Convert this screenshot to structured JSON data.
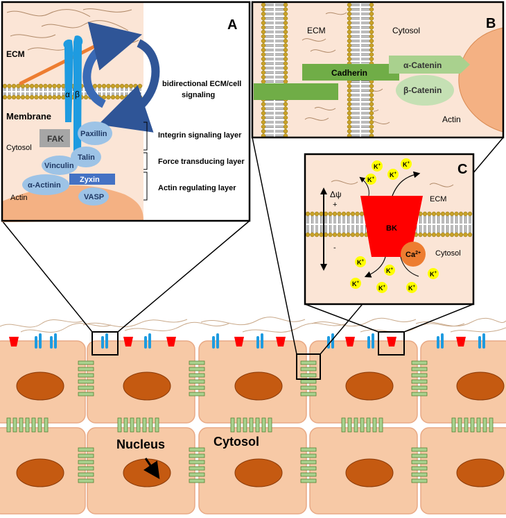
{
  "panel_a": {
    "letter": "A",
    "ecm": "ECM",
    "membrane": "Membrane",
    "cytosol": "Cytosol",
    "actin": "Actin",
    "alpha": "α",
    "beta": "β",
    "fak": "FAK",
    "paxillin": "Paxillin",
    "talin": "Talin",
    "vinculin": "Vinculin",
    "zyxin": "Zyxin",
    "alpha_actinin": "α-Actinin",
    "vasp": "VASP",
    "signaling_line1": "bidirectional  ECM/cell",
    "signaling_line2": "signaling",
    "layer_integrin": "Integrin signaling layer",
    "layer_force": "Force transducing layer",
    "layer_actin": "Actin regulating layer"
  },
  "panel_b": {
    "letter": "B",
    "ecm": "ECM",
    "cytosol": "Cytosol",
    "cadherin": "Cadherin",
    "alpha_catenin": "α-Catenin",
    "beta_catenin": "β-Catenin",
    "actin": "Actin"
  },
  "panel_c": {
    "letter": "C",
    "k_ion": "K",
    "k_charge": "+",
    "delta_psi": "Δψ",
    "plus": "+",
    "minus": "-",
    "ecm": "ECM",
    "bk": "BK",
    "ca_ion": "Ca",
    "ca_charge": "2+",
    "cytosol": "Cytosol"
  },
  "tissue": {
    "nucleus_label": "Nucleus",
    "cytosol_label": "Cytosol"
  },
  "colors": {
    "cell_fill": "#f7c9a6",
    "cell_stroke": "#e8a985",
    "nucleus": "#c55a11",
    "panel_bg": "#fbe5d6",
    "membrane_head": "#c9a227",
    "cadherin": "#70ad47",
    "catenin": "#a9d18e",
    "integrin": "#1e9be0",
    "bk_channel": "#ff0000",
    "calcium": "#ed7d31",
    "potassium": "#ffff00",
    "actin": "#f4b183",
    "arrow_blue": "#2f5597"
  }
}
